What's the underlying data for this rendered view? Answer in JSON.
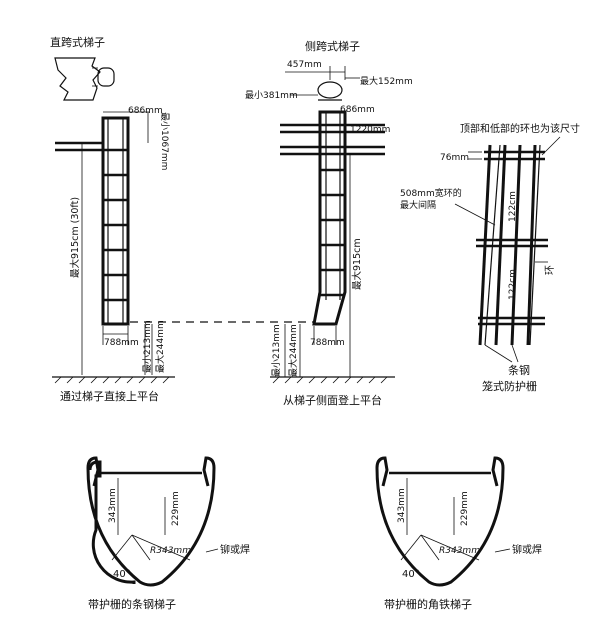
{
  "labels": {
    "through_ladder_title": "直跨式梯子",
    "side_ladder_title": "侧跨式梯子",
    "through_caption": "通过梯子直接上平台",
    "side_caption": "从梯子侧面登上平台",
    "cage_caption": "笼式防护栅",
    "bar_cage_caption": "带护栅的条钢梯子",
    "angle_cage_caption": "带护栅的角铁梯子"
  },
  "dimensions": {
    "d686": "686mm",
    "min1067": "最小1067mm",
    "max915_30ft": "最大915cm (30ft)",
    "d788": "788mm",
    "min213": "最小213mm",
    "max244": "最大244mm",
    "d457": "457mm",
    "max152": "最大152mm",
    "min381": "最小381mm",
    "d1220": "1220mm",
    "max915": "最大915cm",
    "d76": "76mm",
    "d122": "122cm",
    "d343": "343mm",
    "d229": "229mm",
    "r343": "R343mm",
    "angle40": "40°"
  },
  "annotations": {
    "top_bottom_ring": "顶部和低部的环也为该尺寸",
    "ring_spacing_line1": "508mm宽环的",
    "ring_spacing_line2": "最大间隔",
    "ring": "环",
    "bar_steel": "条钢",
    "rivet_or_weld": "铆或焊"
  }
}
